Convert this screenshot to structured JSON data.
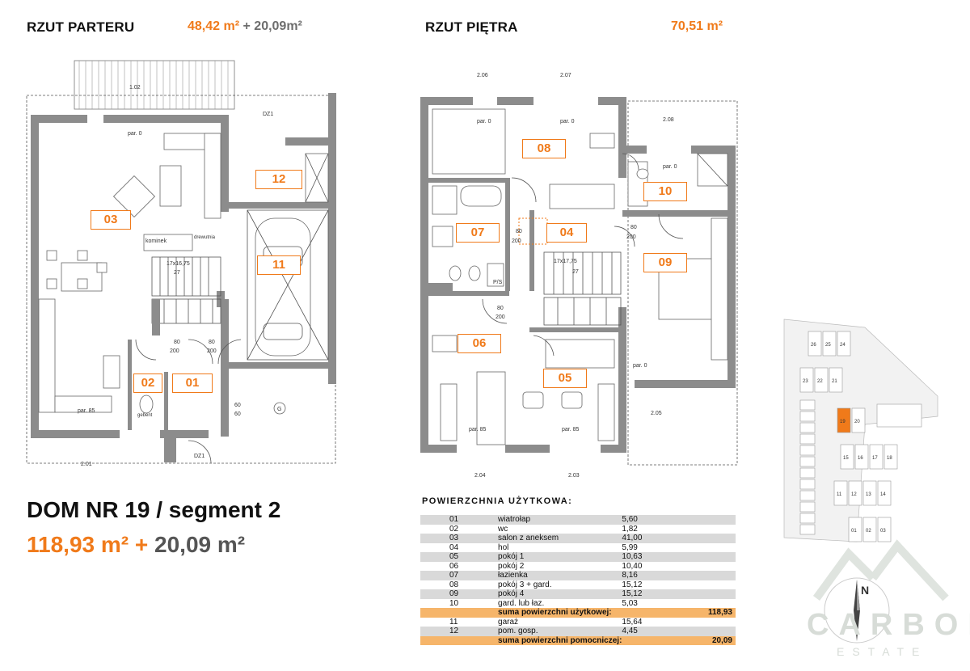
{
  "headers": {
    "ground_title": "RZUT PARTERU",
    "ground_area_main": "48,42 m²",
    "ground_area_plus": "+ 20,09m²",
    "first_title": "RZUT PIĘTRA",
    "first_area": "70,51 m²"
  },
  "house": {
    "title": "DOM NR 19 / segment 2",
    "area_main": "118,93 m²",
    "area_plus": "+",
    "area_aux": "20,09 m²"
  },
  "ground_labels": {
    "r01": "01",
    "r02": "02",
    "r03": "03",
    "r11": "11",
    "r12": "12",
    "kominek": "kominek",
    "drewutnia": "drewutnia",
    "stairs": "17x16,75",
    "stairs_n": "27",
    "dz1_top": "DZ1",
    "dz1_bottom": "DZ1",
    "par0": "par. 0",
    "par85": "par. 85",
    "w102": "1.02",
    "w201": "2.01",
    "g": "G",
    "gebent": "gebent"
  },
  "first_labels": {
    "r04": "04",
    "r05": "05",
    "r06": "06",
    "r07": "07",
    "r08": "08",
    "r09": "09",
    "r10": "10",
    "w206": "2.06",
    "w207": "2.07",
    "w208": "2.08",
    "w205": "2.05",
    "w204": "2.04",
    "w203": "2.03",
    "stairs": "17x17,75",
    "stairs_n": "27",
    "ps": "P/S",
    "par0": "par. 0",
    "par85": "par. 85"
  },
  "usable_title": "POWIERZCHNIA UŻYTKOWA:",
  "rooms": [
    {
      "no": "01",
      "name": "wiatrołap",
      "area": "5,60"
    },
    {
      "no": "02",
      "name": "wc",
      "area": "1,82"
    },
    {
      "no": "03",
      "name": "salon z aneksem",
      "area": "41,00"
    },
    {
      "no": "04",
      "name": "hol",
      "area": "5,99"
    },
    {
      "no": "05",
      "name": "pokój 1",
      "area": "10,63"
    },
    {
      "no": "06",
      "name": "pokój 2",
      "area": "10,40"
    },
    {
      "no": "07",
      "name": "łazienka",
      "area": "8,16"
    },
    {
      "no": "08",
      "name": "pokój 3 + gard.",
      "area": "15,12"
    },
    {
      "no": "09",
      "name": "pokój 4",
      "area": "15,12"
    },
    {
      "no": "10",
      "name": "gard. lub łaz.",
      "area": "5,03"
    }
  ],
  "usable_sum": {
    "label": "suma powierzchni użytkowej:",
    "value": "118,93"
  },
  "aux_rooms": [
    {
      "no": "11",
      "name": "garaż",
      "area": "15,64"
    },
    {
      "no": "12",
      "name": "pom. gosp.",
      "area": "4,45"
    }
  ],
  "aux_sum": {
    "label": "suma powierzchni pomocniczej:",
    "value": "20,09"
  },
  "site_plan": {
    "plots": [
      "26",
      "25",
      "24",
      "23",
      "22",
      "21",
      "19",
      "20",
      "15",
      "16",
      "17",
      "18",
      "11",
      "12",
      "13",
      "14",
      "01",
      "02",
      "03"
    ],
    "highlight": "19",
    "north": "N"
  },
  "logo": {
    "word": "CARBON",
    "sub": "ESTATE"
  },
  "colors": {
    "accent": "#f07a1a",
    "wall": "#8c8c8c",
    "row_alt": "#d9d9d9",
    "sum_row": "#f6b56a"
  }
}
